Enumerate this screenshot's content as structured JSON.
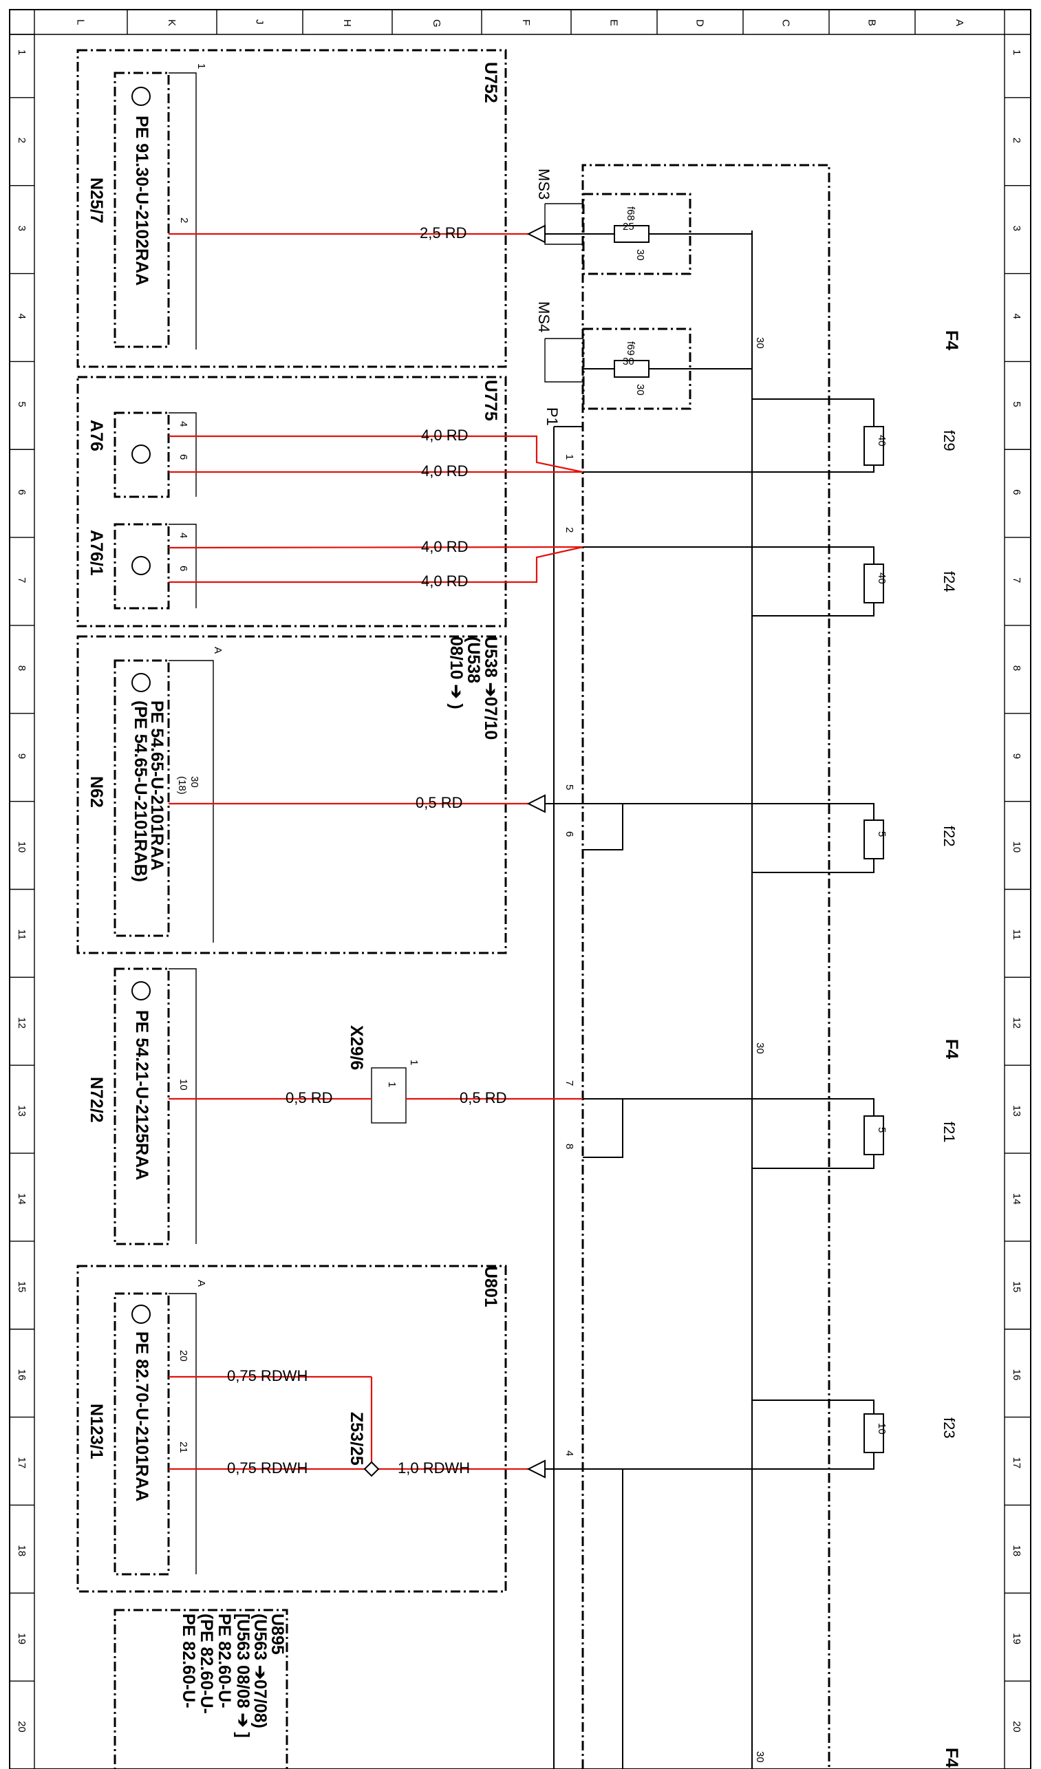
{
  "grid": {
    "top_letters": [
      "L",
      "K",
      "J",
      "H",
      "G",
      "F",
      "E",
      "D",
      "C",
      "B",
      "A"
    ],
    "side_numbers": [
      "1",
      "2",
      "3",
      "4",
      "5",
      "6",
      "7",
      "8",
      "9",
      "10",
      "11",
      "12",
      "13",
      "14",
      "15",
      "16",
      "17",
      "18",
      "19",
      "20"
    ]
  },
  "modules": {
    "u752": {
      "code": "U752",
      "part_ref": "PE 91.30-U-2102RAA",
      "component": "N25/7",
      "pin_group": "1",
      "pin": "2"
    },
    "u775": {
      "code": "U775",
      "a76": {
        "name": "A76",
        "pin_a": "4",
        "pin_b": "6"
      },
      "a76_1": {
        "name": "A76/1",
        "pin_a": "4",
        "pin_b": "6"
      }
    },
    "u538": {
      "codes": [
        "U538 ➔07/10",
        "(U538",
        "08/10 ➔ )"
      ],
      "part_ref_1": "PE 54.65-U-2101RAA",
      "part_ref_2": "(PE 54.65-U-2101RAB)",
      "component": "N62",
      "pin_group": "A",
      "pin": "30",
      "pin_alt": "(18)"
    },
    "n72_2": {
      "part_ref": "PE 54.21-U-2125RAA",
      "component": "N72/2",
      "pin": "10",
      "connector": "X29/6",
      "connector_group": "1",
      "connector_pin": "1"
    },
    "u801": {
      "code": "U801",
      "part_ref": "PE 82.70-U-2101RAA",
      "component": "N123/1",
      "pin_group": "A",
      "pin_a": "20",
      "pin_b": "21",
      "splice": "Z53/25"
    },
    "u895": {
      "lines": [
        "U895",
        "(U563 ➔07/08)",
        "[U563 08/08 ➔ ]",
        "PE 82.60-U-",
        "(PE 82.60-U-",
        "PE 82.60-U-"
      ]
    }
  },
  "wires": {
    "w1": "2,5 RD",
    "w2": "4,0 RD",
    "w3": "4,0 RD",
    "w4": "4,0 RD",
    "w5": "4,0 RD",
    "w6": "0,5 RD",
    "w7": "0,5 RD",
    "w8": "0,5 RD",
    "w9": "0,75 RDWH",
    "w10": "0,75 RDWH",
    "w11": "1,0 RDWH"
  },
  "fuse_box": {
    "name": "F4",
    "bus_label": "30",
    "connector_block": "P1",
    "pins": [
      "1",
      "2",
      "5",
      "6",
      "7",
      "8",
      "4"
    ],
    "ms3": {
      "name": "MS3",
      "fuse": "f68",
      "rating": "25",
      "terminal": "30"
    },
    "ms4": {
      "name": "MS4",
      "fuse": "f69",
      "rating": "30",
      "terminal": "30"
    },
    "fuses": [
      {
        "name": "f29",
        "rating": "40"
      },
      {
        "name": "f24",
        "rating": "40"
      },
      {
        "name": "f22",
        "rating": "5"
      },
      {
        "name": "f21",
        "rating": "5"
      },
      {
        "name": "f23",
        "rating": "10"
      }
    ]
  },
  "colors": {
    "wire": "#e3120b",
    "line": "#000000",
    "paper": "#ffffff"
  }
}
